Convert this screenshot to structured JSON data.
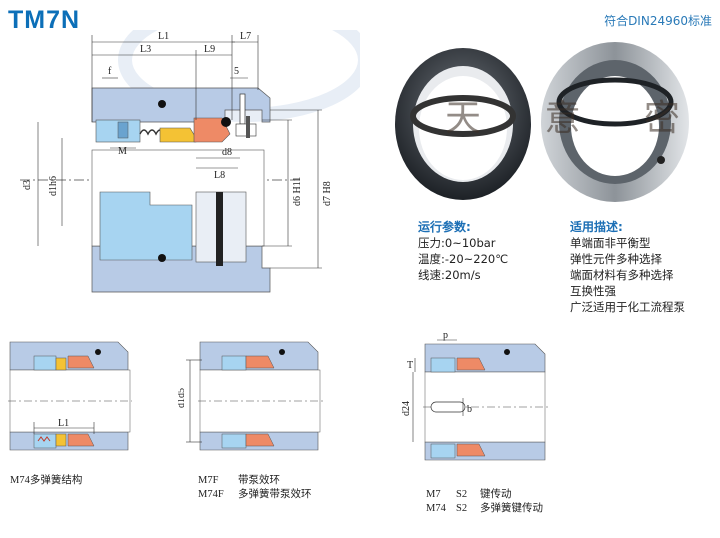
{
  "header": {
    "model": "TM7N",
    "standard": "符合DIN24960标准"
  },
  "main_drawing": {
    "dims_top": [
      "L1",
      "L7",
      "L3",
      "L9",
      "f",
      "5"
    ],
    "dims_mid": [
      "M",
      "d8",
      "L8"
    ],
    "dims_left": [
      "d3",
      "d1h6"
    ],
    "dims_right": [
      "d6 H11",
      "d7 H8"
    ]
  },
  "photo": {
    "watermark": "天 意 密 封"
  },
  "specs": {
    "params_title": "运行参数:",
    "params": [
      "压力:0~10bar",
      "温度:-20~220℃",
      "线速:20m/s"
    ],
    "desc_title": "适用描述:",
    "desc": [
      "单端面非平衡型",
      "弹性元件多种选择",
      "端面材料有多种选择",
      "互换性强",
      "广泛适用于化工流程泵"
    ]
  },
  "variants": {
    "v1": {
      "dim_label": "L1",
      "caption": "M74多弹簧结构"
    },
    "v2": {
      "dim_label": "d1d5",
      "rows": [
        {
          "code": "M7F",
          "desc": "带泵效环"
        },
        {
          "code": "M74F",
          "desc": "多弹簧带泵效环"
        }
      ]
    },
    "v3": {
      "dims": [
        "p",
        "T",
        "d24",
        "b"
      ],
      "rows": [
        {
          "code": "M7",
          "sub": "S2",
          "desc": "键传动"
        },
        {
          "code": "M74",
          "sub": "S2",
          "desc": "多弹簧键传动"
        }
      ]
    }
  },
  "colors": {
    "brand_blue": "#0c6fb8",
    "housing": "#b8cbe6",
    "sleeve": "#a7d4f1",
    "face": "#ee8a66",
    "seat_ring": "#f4c234"
  }
}
